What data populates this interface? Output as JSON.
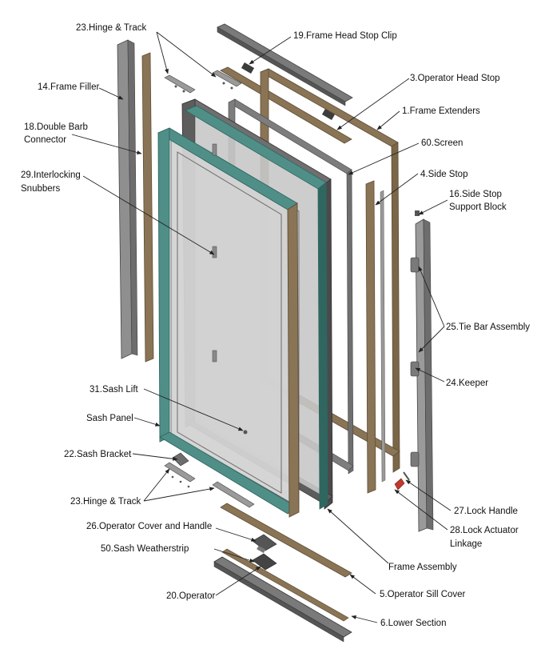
{
  "diagram": {
    "colors": {
      "bronze": "#8a7456",
      "bronze_dark": "#5e4d36",
      "teal": "#4f8f88",
      "teal_dark": "#2f6660",
      "frame_gray": "#6f6f6f",
      "frame_dark": "#4a4a4a",
      "screen": "#d9d9d9",
      "glass": "#cfcfcf",
      "metal": "#9a9a9a",
      "red": "#c0392b"
    },
    "labels": {
      "hinge_track_top": "23.Hinge & Track",
      "frame_head_stop_clip": "19.Frame Head Stop Clip",
      "operator_head_stop": "3.Operator Head Stop",
      "frame_filler": "14.Frame Filler",
      "frame_extenders": "1.Frame Extenders",
      "double_barb_1": "18.Double Barb",
      "double_barb_2": "Connector",
      "screen": "60.Screen",
      "side_stop": "4.Side Stop",
      "interlocking_1": "29.Interlocking",
      "interlocking_2": "Snubbers",
      "side_stop_support_1": "16.Side Stop",
      "side_stop_support_2": "Support Block",
      "tie_bar_assembly": "25.Tie Bar Assembly",
      "keeper": "24.Keeper",
      "sash_lift": "31.Sash Lift",
      "sash_panel": "Sash Panel",
      "sash_bracket": "22.Sash Bracket",
      "hinge_track_bottom": "23.Hinge & Track",
      "lock_handle": "27.Lock Handle",
      "lock_actuator_1": "28.Lock Actuator",
      "lock_actuator_2": "Linkage",
      "operator_cover_handle": "26.Operator Cover and Handle",
      "sash_weatherstrip": "50.Sash Weatherstrip",
      "frame_assembly": "Frame Assembly",
      "operator": "20.Operator",
      "operator_sill_cover": "5.Operator Sill Cover",
      "lower_section": "6.Lower Section"
    }
  }
}
